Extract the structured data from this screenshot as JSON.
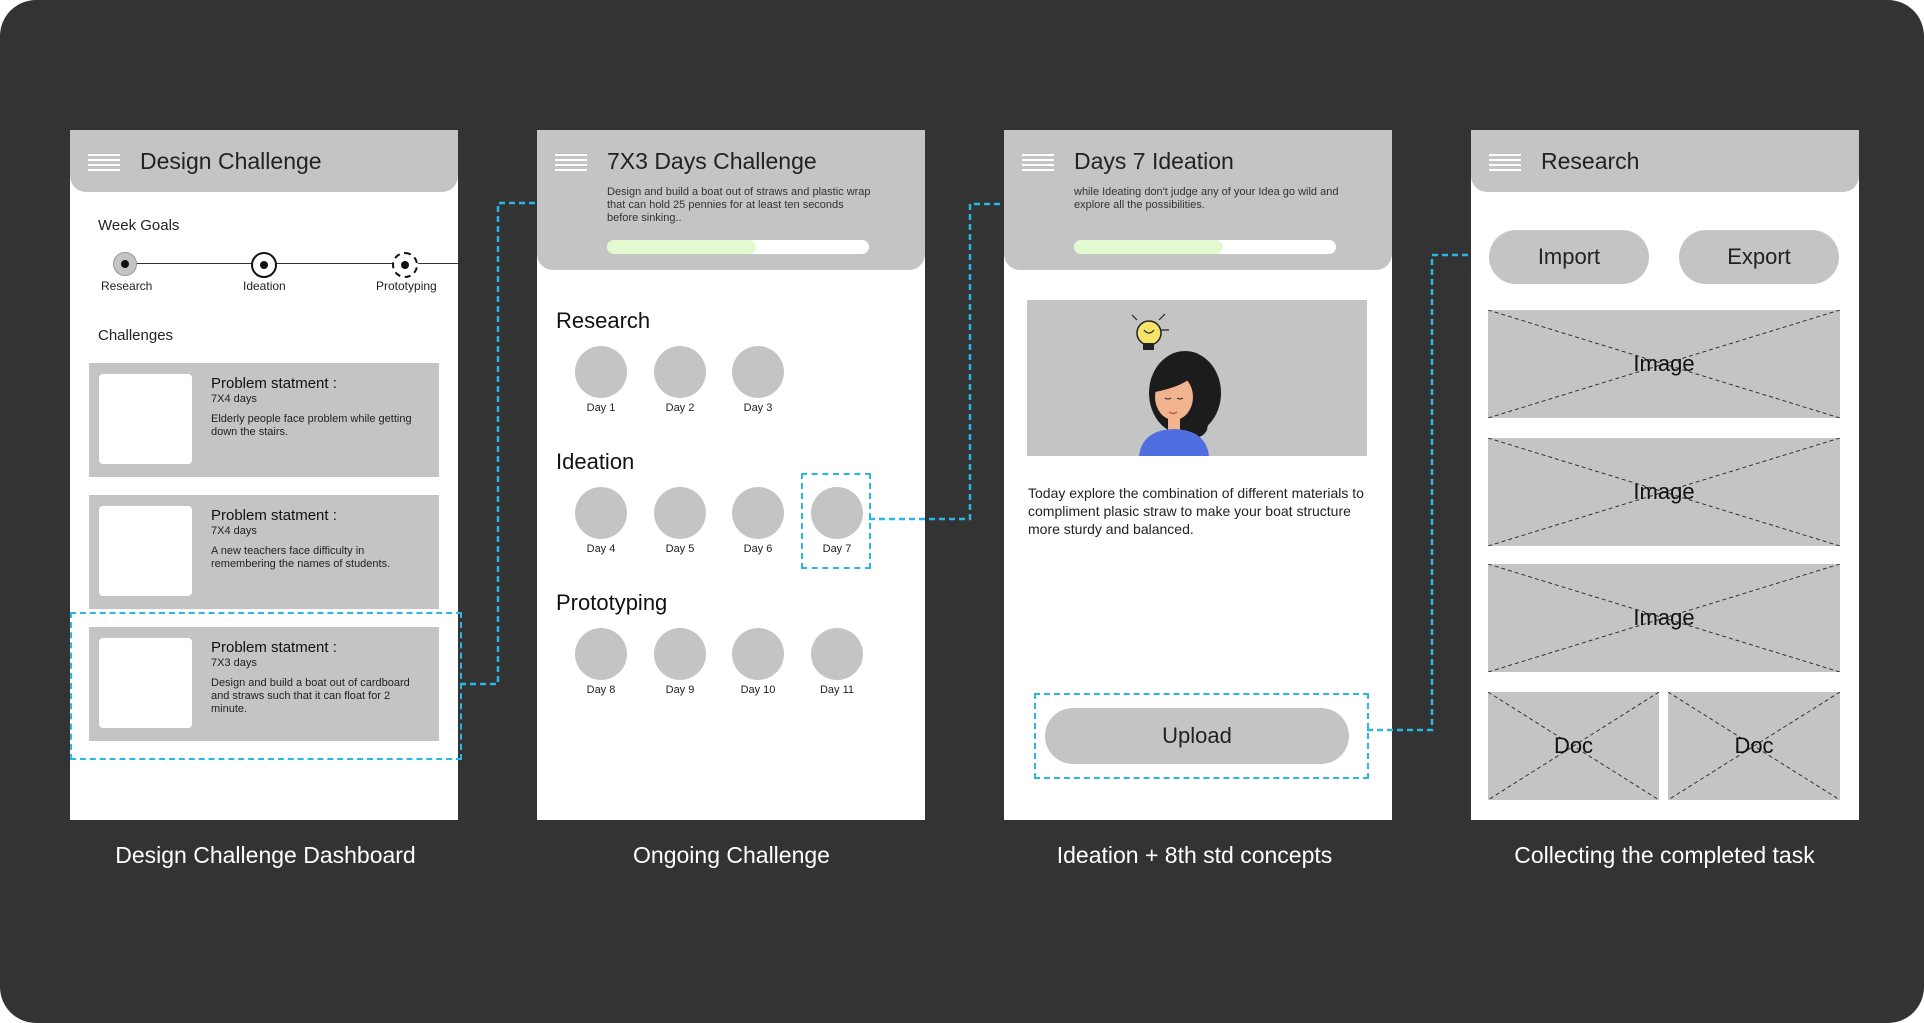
{
  "screens": {
    "dashboard": {
      "title": "Design Challenge",
      "week_goals_label": "Week Goals",
      "steps": [
        "Research",
        "Ideation",
        "Prototyping"
      ],
      "challenges_label": "Challenges",
      "cards": [
        {
          "title": "Problem statment :",
          "duration": "7X4 days",
          "text": "Elderly people face problem while getting down the stairs."
        },
        {
          "title": "Problem statment :",
          "duration": "7X4 days",
          "text": "A new teachers face difficulty in remembering the names of students."
        },
        {
          "title": "Problem statment :",
          "duration": "7X3 days",
          "text": "Design and build a boat out of cardboard and straws such that it can float for 2 minute."
        }
      ]
    },
    "ongoing": {
      "title": "7X3 Days Challenge",
      "description": "Design and build a boat out of straws and plastic wrap that can hold 25 pennies for at least ten seconds before sinking..",
      "progress": 0.57,
      "sections": [
        {
          "label": "Research",
          "days": [
            "Day 1",
            "Day 2",
            "Day 3"
          ]
        },
        {
          "label": "Ideation",
          "days": [
            "Day 4",
            "Day 5",
            "Day 6",
            "Day 7"
          ]
        },
        {
          "label": "Prototyping",
          "days": [
            "Day 8",
            "Day 9",
            "Day 10",
            "Day 11"
          ]
        }
      ]
    },
    "ideation": {
      "title": "Days 7 Ideation",
      "description": "while Ideating don't judge any of your Idea go wild and explore all the possibilities.",
      "progress": 0.57,
      "body": "Today explore the combination of different materials to compliment plasic straw to make your boat structure more sturdy and balanced.",
      "upload_label": "Upload"
    },
    "research": {
      "title": "Research",
      "import_label": "Import",
      "export_label": "Export",
      "image_label": "Image",
      "doc_label": "Doc"
    }
  },
  "captions": [
    "Design Challenge Dashboard",
    "Ongoing Challenge",
    "Ideation + 8th std concepts",
    "Collecting the completed task"
  ],
  "colors": {
    "background": "#333333",
    "panel": "#c4c4c4",
    "highlight": "#2bb7e6",
    "progress": "#e3f9cf",
    "avatar_shirt": "#4f6fe0"
  }
}
